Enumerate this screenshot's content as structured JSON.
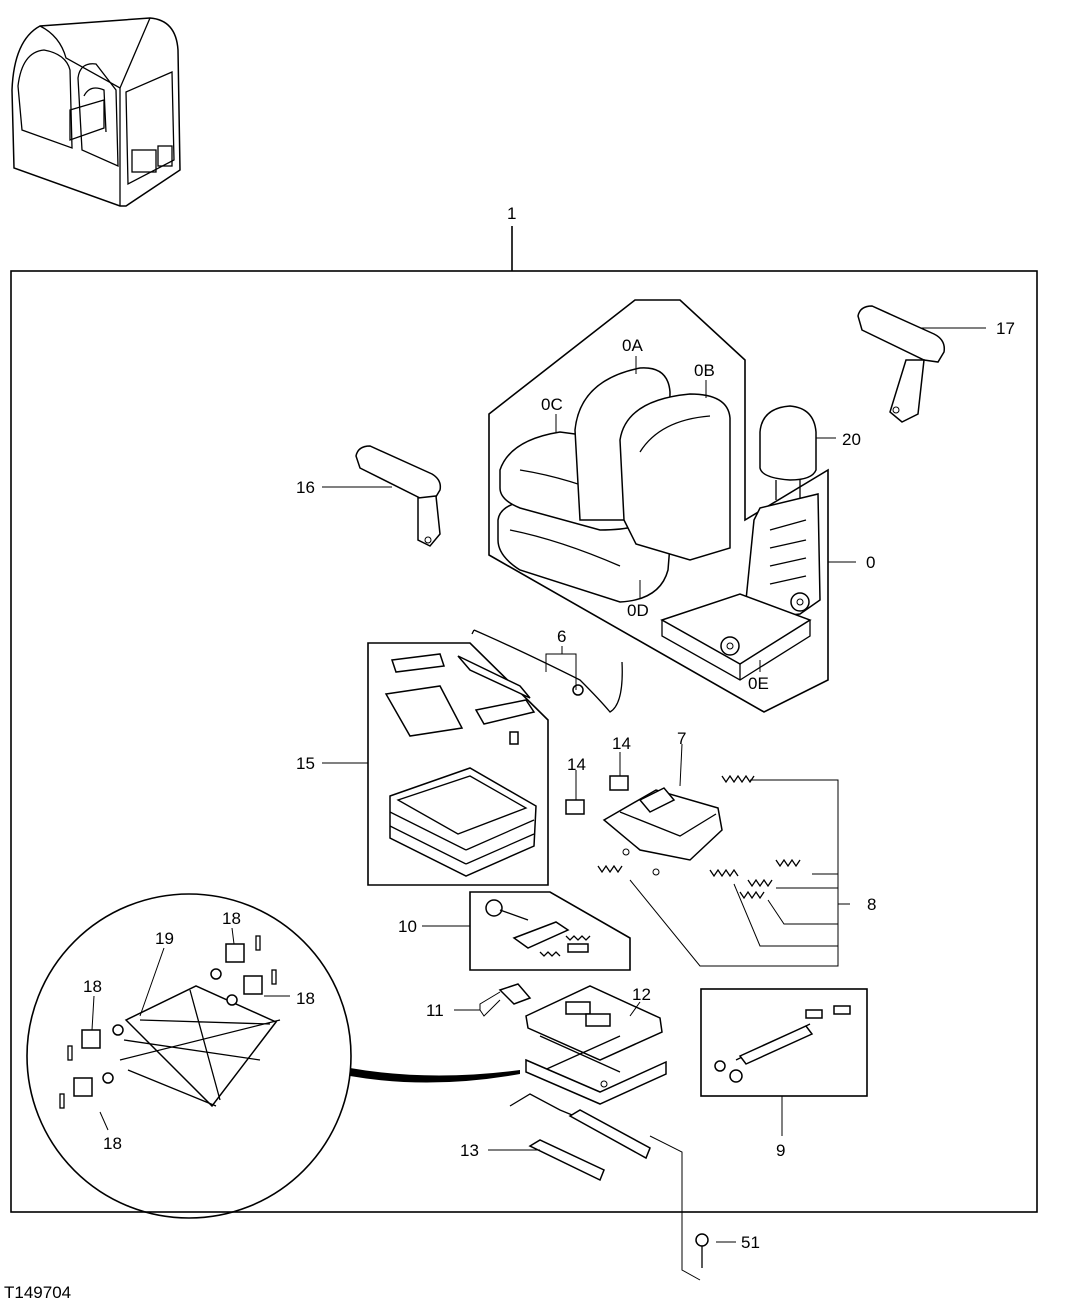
{
  "figure_id": "T149704",
  "callouts": {
    "c1": "1",
    "c0": "0",
    "c0A": "0A",
    "c0B": "0B",
    "c0C": "0C",
    "c0D": "0D",
    "c0E": "0E",
    "c6": "6",
    "c7": "7",
    "c8": "8",
    "c9": "9",
    "c10": "10",
    "c11": "11",
    "c12": "12",
    "c13": "13",
    "c14a": "14",
    "c14b": "14",
    "c15": "15",
    "c16": "16",
    "c17": "17",
    "c18a": "18",
    "c18b": "18",
    "c18c": "18",
    "c18d": "18",
    "c19": "19",
    "c20": "20",
    "c51": "51"
  }
}
